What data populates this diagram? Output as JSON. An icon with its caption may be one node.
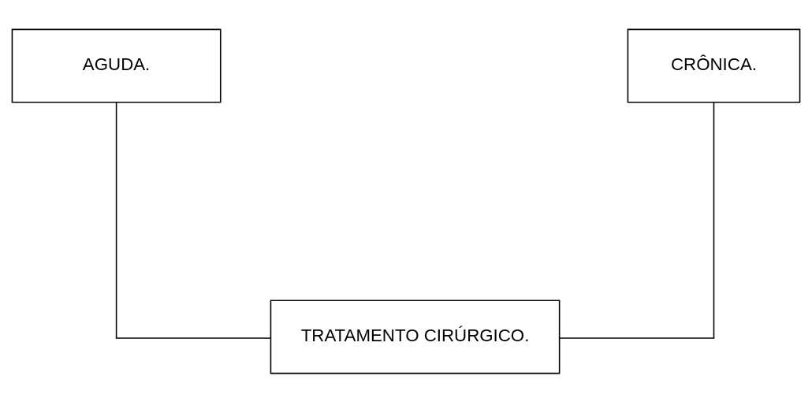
{
  "diagram": {
    "nodes": [
      {
        "text": [
          "AGUDA."
        ]
      },
      {
        "text": [
          "CRÔNICA."
        ]
      },
      {
        "text": [
          "TRATAMENTO CIRÚRGICO."
        ]
      }
    ],
    "edges": [
      {
        "from": 0,
        "to": 2,
        "arrow": "none"
      },
      {
        "from": 1,
        "to": 2,
        "arrow": "none"
      }
    ]
  }
}
